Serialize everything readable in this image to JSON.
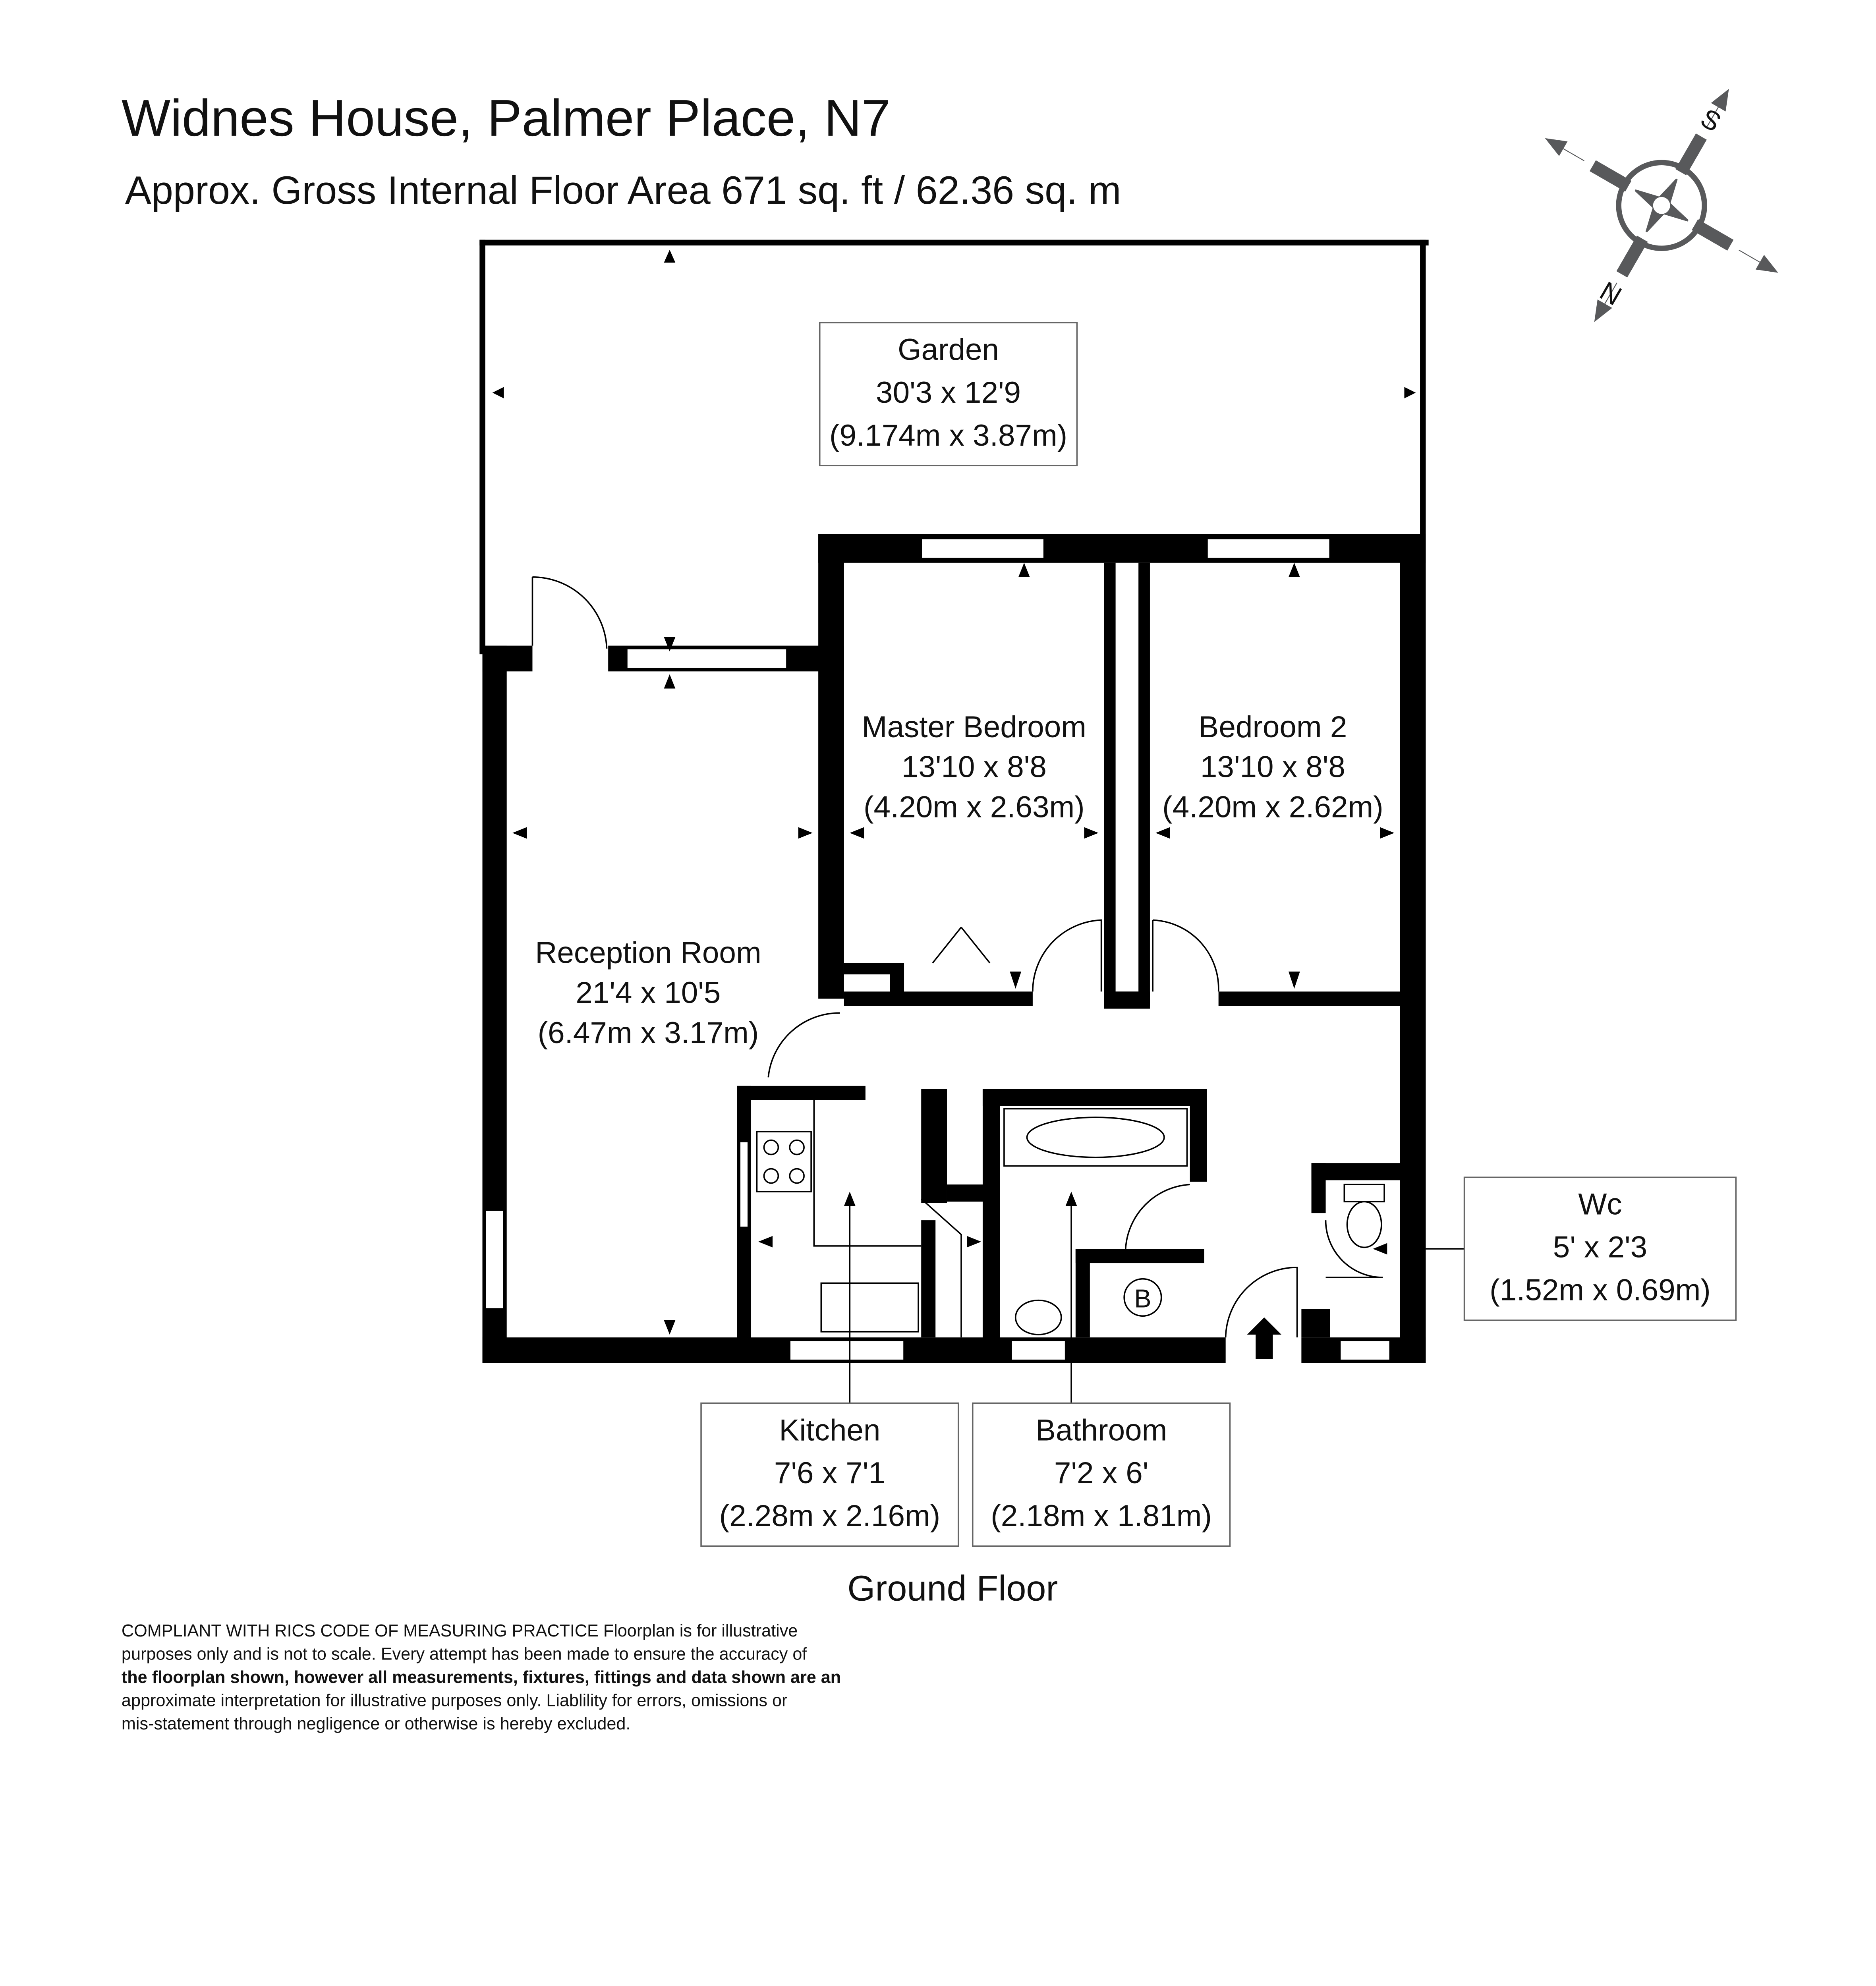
{
  "header": {
    "title": "Widnes House, Palmer Place, N7",
    "subtitle": "Approx. Gross Internal Floor Area 671 sq. ft / 62.36 sq. m"
  },
  "compass": {
    "north": "N",
    "south": "S",
    "color": "#58595b"
  },
  "rooms": {
    "garden": {
      "name": "Garden",
      "imperial": "30'3 x 12'9",
      "metric": "(9.174m x 3.87m)"
    },
    "master_bedroom": {
      "name": "Master Bedroom",
      "imperial": "13'10 x 8'8",
      "metric": "(4.20m x 2.63m)"
    },
    "bedroom2": {
      "name": "Bedroom 2",
      "imperial": "13'10 x 8'8",
      "metric": "(4.20m x 2.62m)"
    },
    "reception": {
      "name": "Reception Room",
      "imperial": "21'4 x 10'5",
      "metric": "(6.47m x 3.17m)"
    },
    "wc": {
      "name": "Wc",
      "imperial": "5' x 2'3",
      "metric": "(1.52m x 0.69m)"
    },
    "kitchen": {
      "name": "Kitchen",
      "imperial": "7'6 x 7'1",
      "metric": "(2.28m x 2.16m)"
    },
    "bathroom": {
      "name": "Bathroom",
      "imperial": "7'2 x 6'",
      "metric": "(2.18m x 1.81m)"
    }
  },
  "boiler_label": "B",
  "floor_label": "Ground Floor",
  "disclaimer": [
    "COMPLIANT WITH RICS CODE OF MEASURING PRACTICE  Floorplan is for illustrative",
    "purposes only and is not to scale. Every attempt has been made to ensure the accuracy of",
    "the floorplan shown, however all measurements, fixtures, fittings and data shown are an",
    "approximate interpretation for illustrative purposes only. Liablility for errors, omissions or",
    "mis-statement through negligence or otherwise is hereby excluded."
  ]
}
